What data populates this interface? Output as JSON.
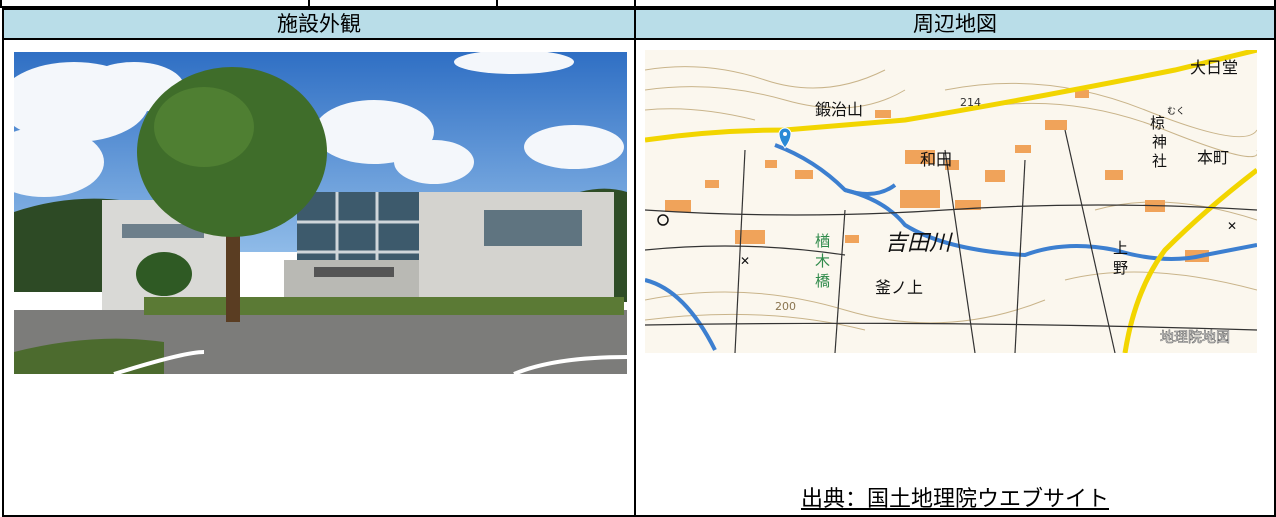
{
  "headers": {
    "exterior": "施設外観",
    "map": "周辺地図"
  },
  "map": {
    "labels": {
      "kajiyama": "鍛治山",
      "oohinado": "大日堂",
      "route": "214",
      "shrine_a": "椋",
      "shrine_a_ruby": "むく",
      "shrine_b": "神",
      "shrine_c": "社",
      "honmachi": "本町",
      "wada": "和田",
      "yoshida_river": "吉田川",
      "kamano": "上",
      "kamano2": "野",
      "kamanoue": "釜ノ上",
      "bridge1": "楢",
      "bridge2": "木",
      "bridge3": "橋",
      "contour": "200",
      "gsi_badge": "地理院地図"
    },
    "colors": {
      "road": "#f2d500",
      "river": "#3c7fd0",
      "building": "#f0a35a",
      "pin": "#2a8ad6"
    }
  },
  "credit": "出典：国土地理院ウエブサイト"
}
